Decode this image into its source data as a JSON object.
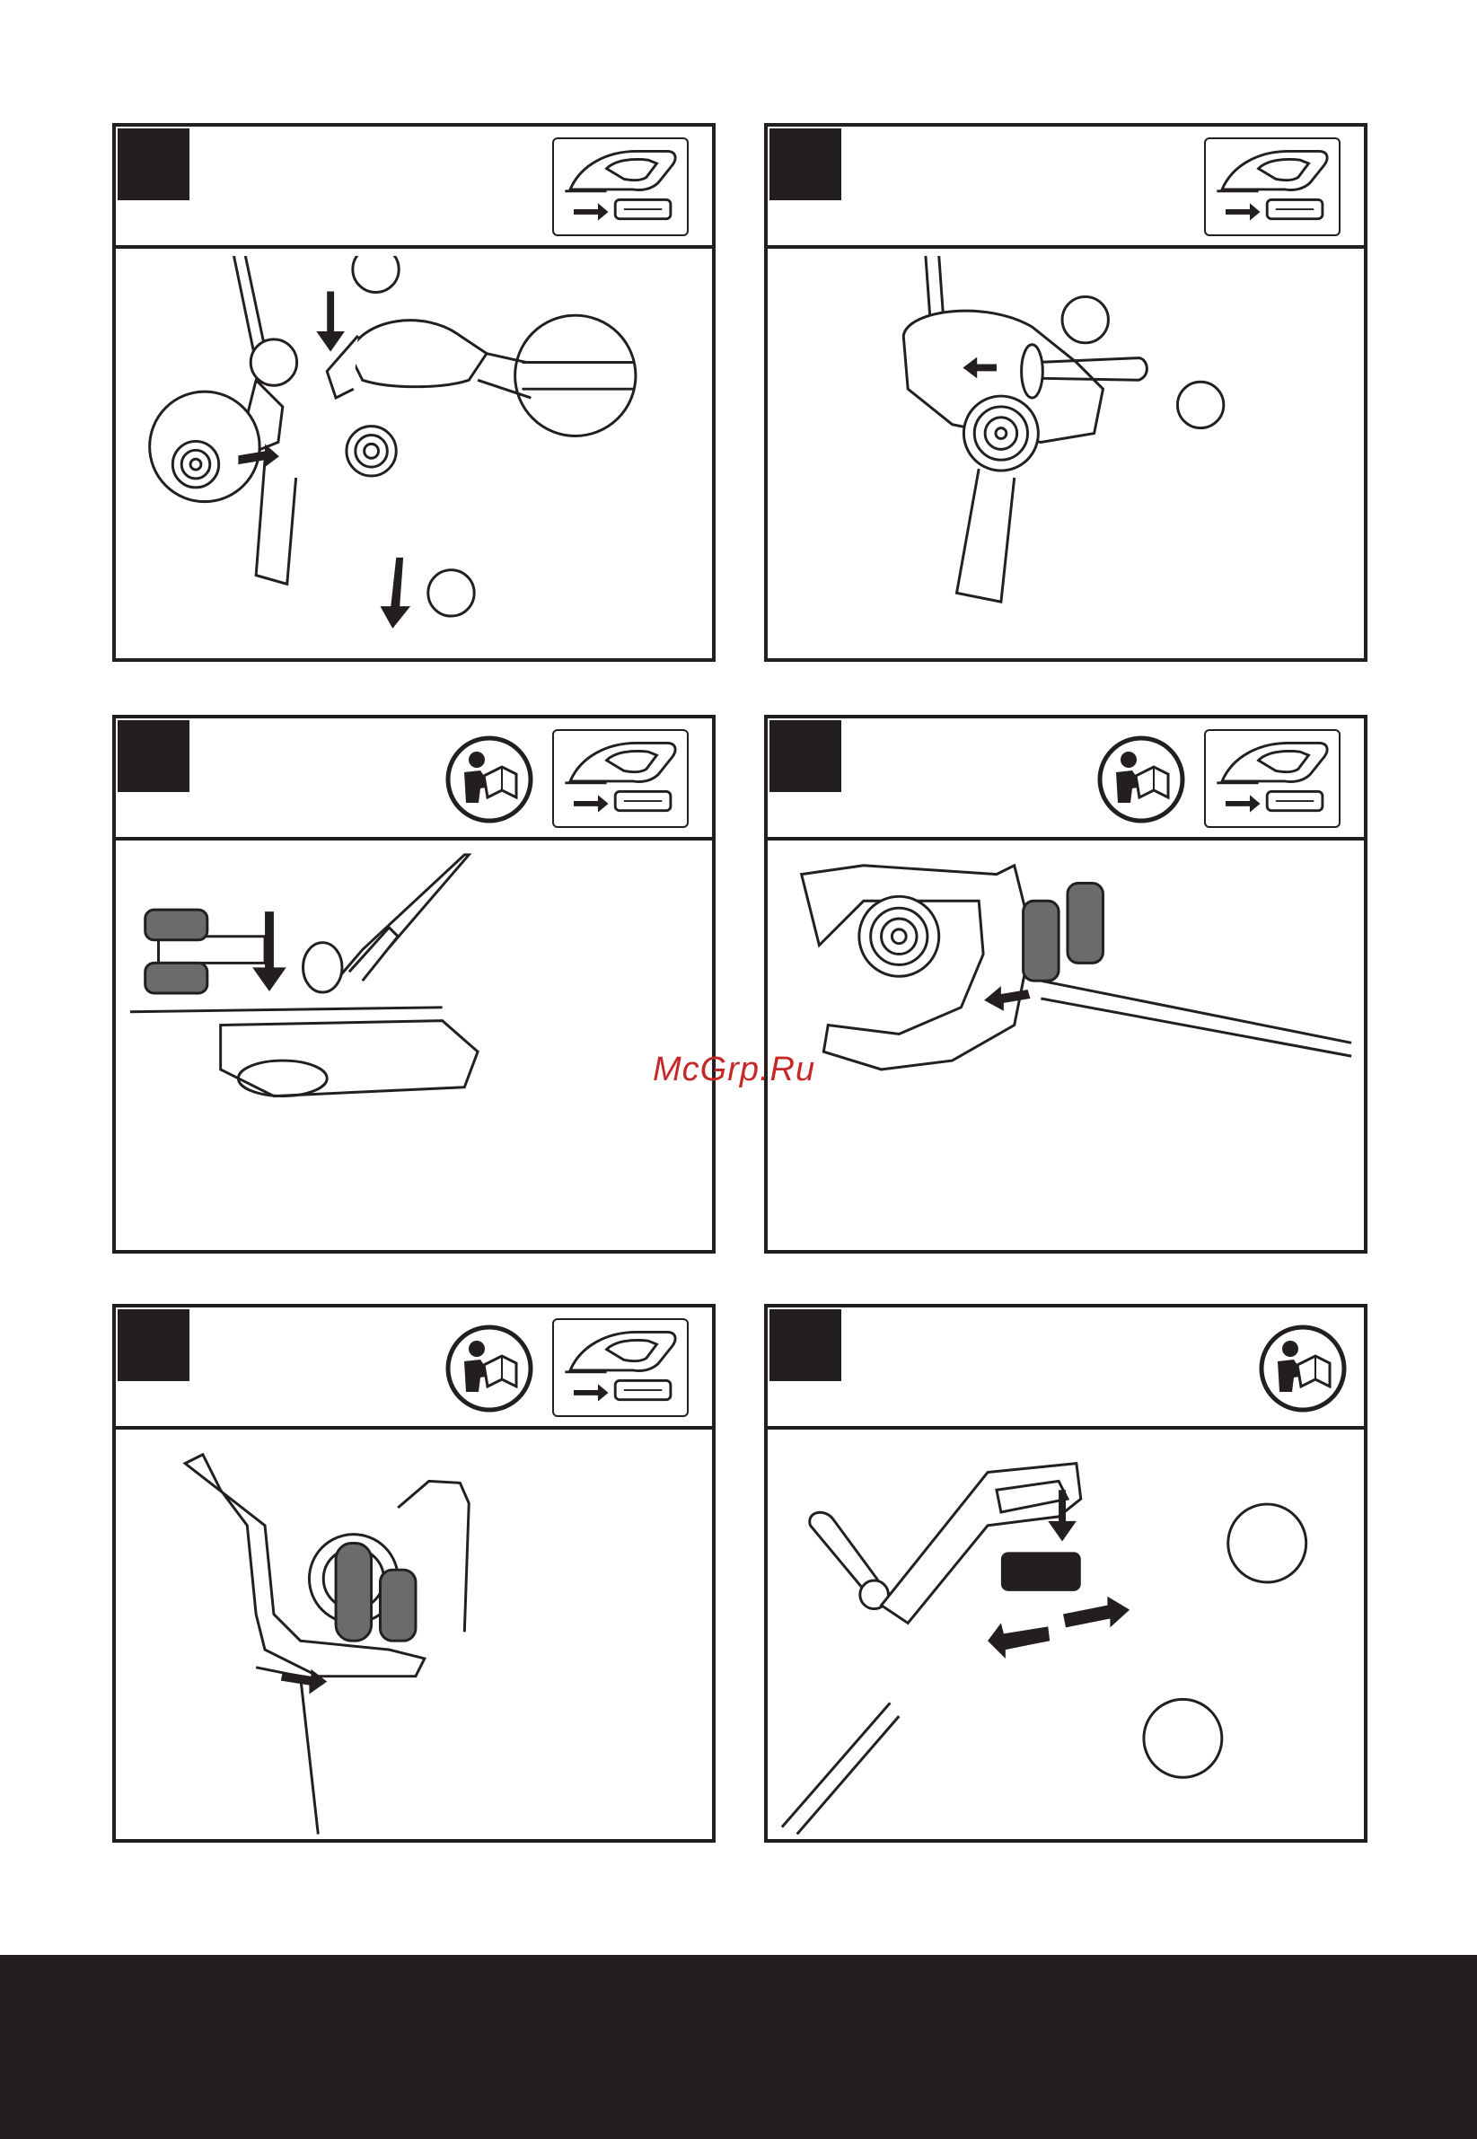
{
  "watermark": "McGrp.Ru",
  "panels": [
    {
      "id": 1,
      "callouts": [
        "",
        "",
        ""
      ],
      "icons": [
        "tool-battery-removal"
      ]
    },
    {
      "id": 2,
      "callouts": [
        "",
        ""
      ],
      "icons": [
        "tool-battery-removal"
      ]
    },
    {
      "id": 3,
      "callouts": [],
      "icons": [
        "read-manual",
        "tool-battery-removal"
      ]
    },
    {
      "id": 4,
      "callouts": [],
      "icons": [
        "read-manual",
        "tool-battery-removal"
      ]
    },
    {
      "id": 5,
      "callouts": [],
      "icons": [
        "read-manual",
        "tool-battery-removal"
      ]
    },
    {
      "id": 6,
      "callouts": [
        "",
        ""
      ],
      "icons": [
        "read-manual"
      ]
    }
  ],
  "colors": {
    "ink": "#231f20",
    "watermark": "#c62828",
    "paper": "#ffffff"
  }
}
